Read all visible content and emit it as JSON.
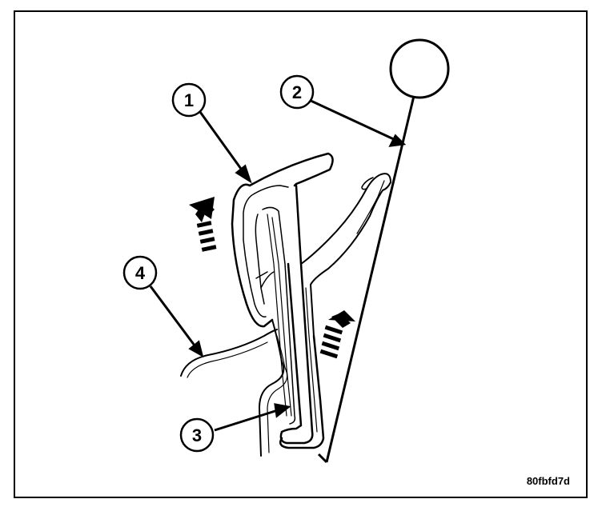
{
  "figure": {
    "callouts": [
      {
        "label": "1"
      },
      {
        "label": "2"
      },
      {
        "label": "3"
      },
      {
        "label": "4"
      }
    ],
    "figure_id": "80fbfd7d"
  }
}
